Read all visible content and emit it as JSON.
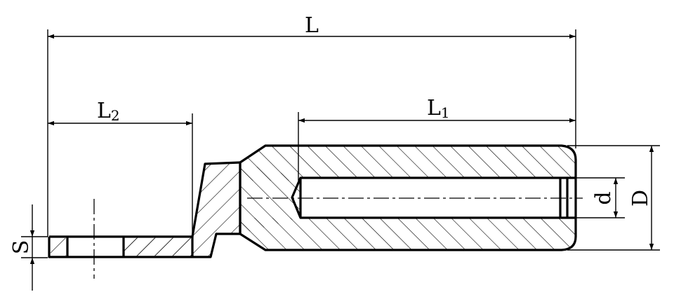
{
  "dimensions": {
    "overall_length": {
      "label": "L"
    },
    "barrel_length": {
      "label": "L",
      "subscript": "1"
    },
    "palm_length": {
      "label": "L",
      "subscript": "2"
    },
    "palm_thickness": {
      "label": "S"
    },
    "bore_diameter": {
      "label": "d"
    },
    "outer_diameter": {
      "label": "D"
    }
  }
}
